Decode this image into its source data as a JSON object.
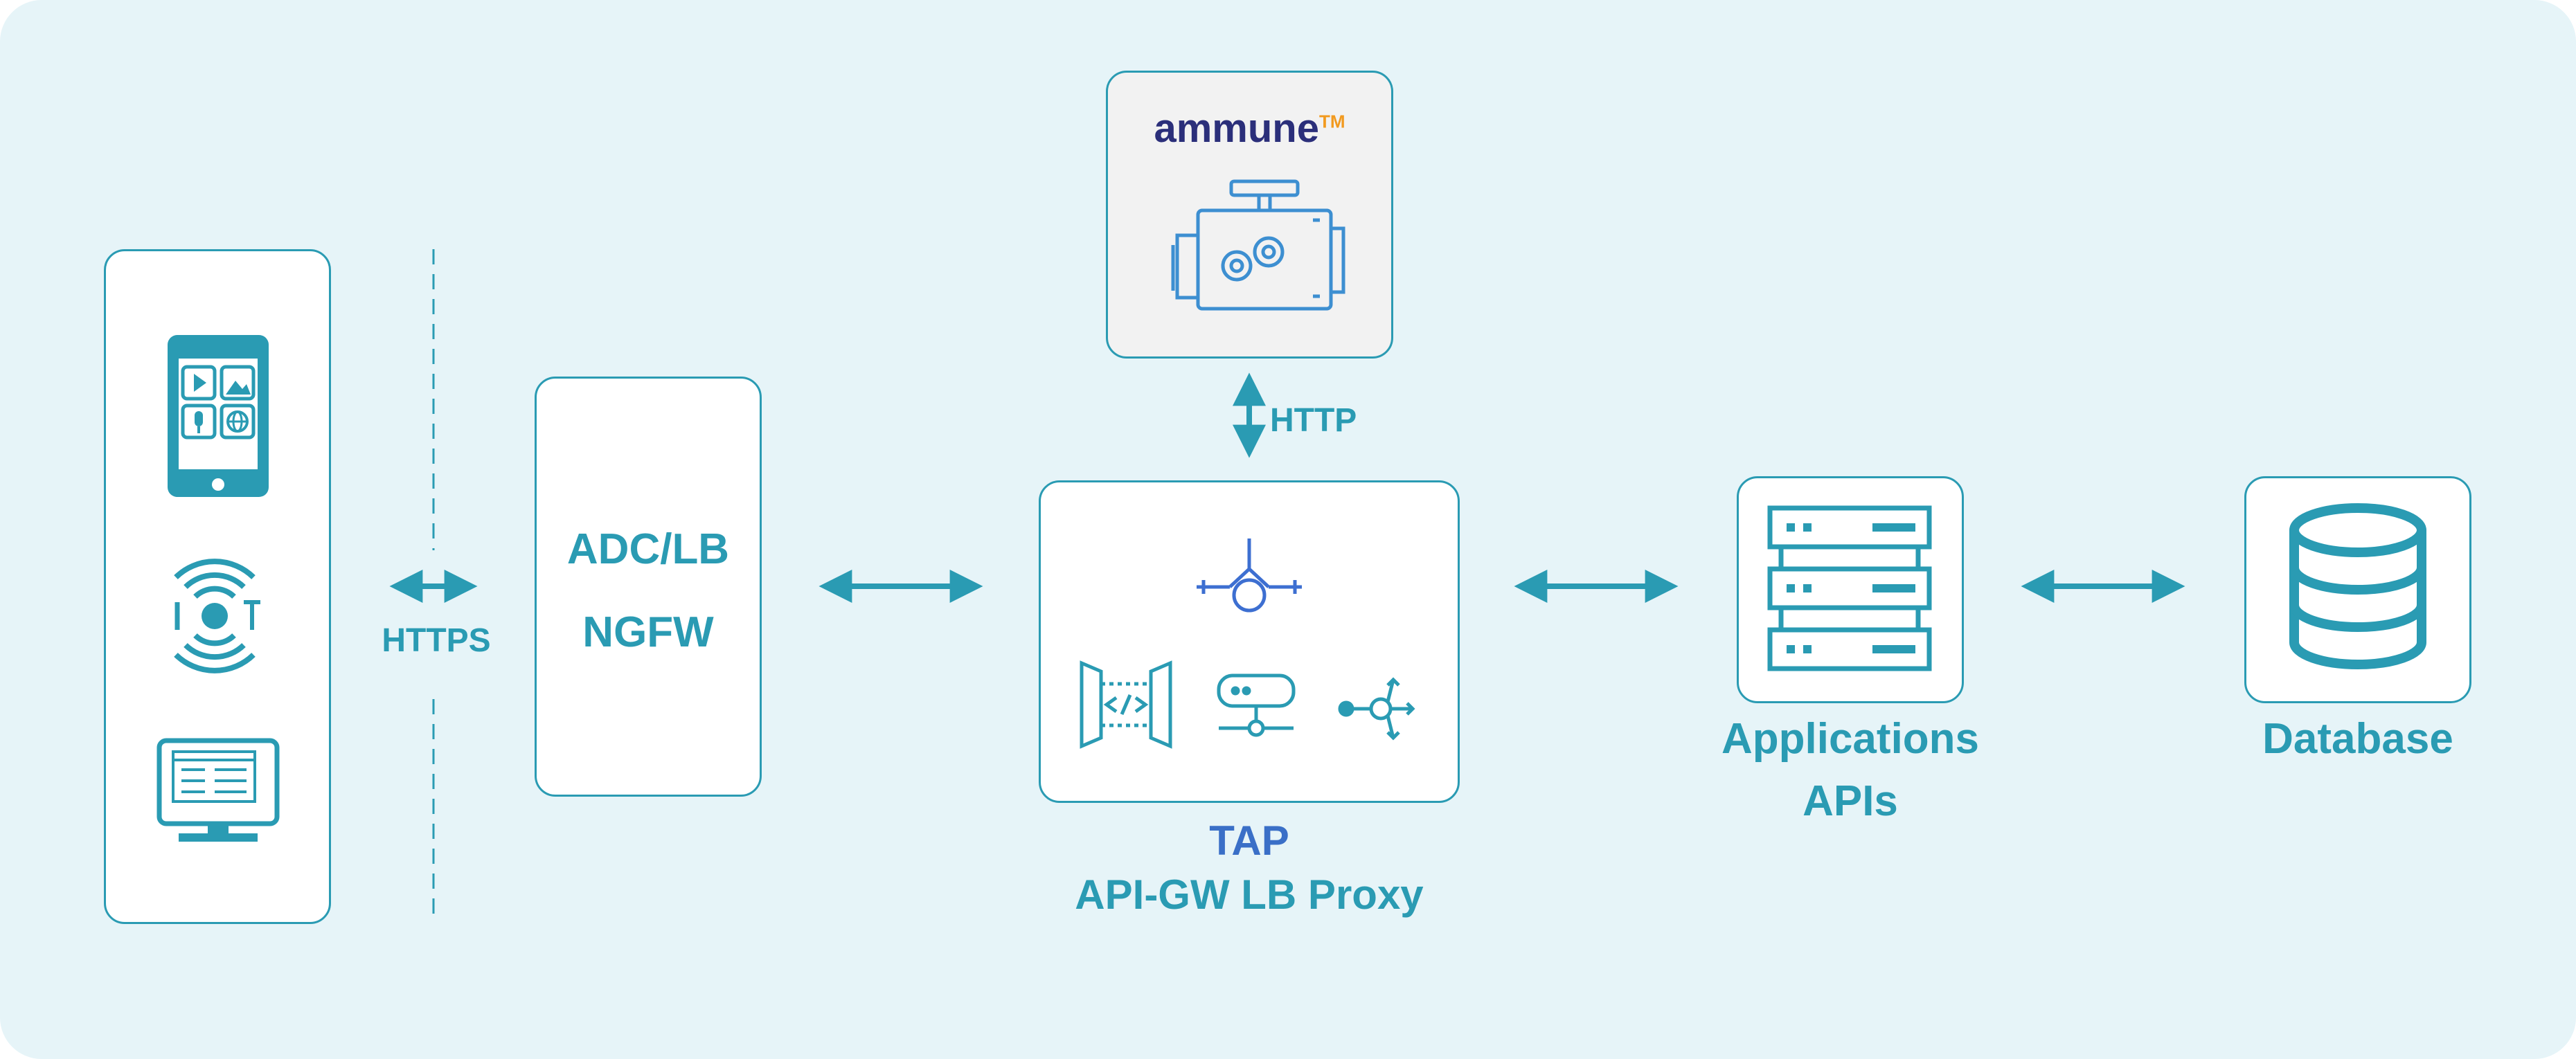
{
  "diagram": {
    "boxes": {
      "adc": {
        "line1": "ADC/LB",
        "line2": "NGFW"
      },
      "ammune": {
        "brand": "ammune",
        "trademark": "TM"
      }
    },
    "connectors": {
      "https": "HTTPS",
      "http": "HTTP"
    },
    "captions": {
      "tap_title": "TAP",
      "tap_subtitle": "API-GW LB Proxy",
      "apps_line1": "Applications",
      "apps_line2": "APIs",
      "database": "Database"
    },
    "icons": {
      "devices": [
        "tablet-icon",
        "iot-icon",
        "monitor-icon"
      ],
      "ammune": "engine-gears-icon",
      "tap_top": "network-tap-icon",
      "tap_row": [
        "code-gateway-icon",
        "proxy-server-icon",
        "load-balancer-icon"
      ],
      "apps": "server-rack-icon",
      "database": "database-icon"
    },
    "colors": {
      "background": "#e6f4f8",
      "accent": "#2a9bb3",
      "tap_title": "#3a6fc7",
      "icon_blue": "#3d8fd1",
      "brand_navy": "#2b2f7a",
      "brand_orange": "#f29a1f",
      "ammune_box": "#f2f2f2"
    }
  }
}
